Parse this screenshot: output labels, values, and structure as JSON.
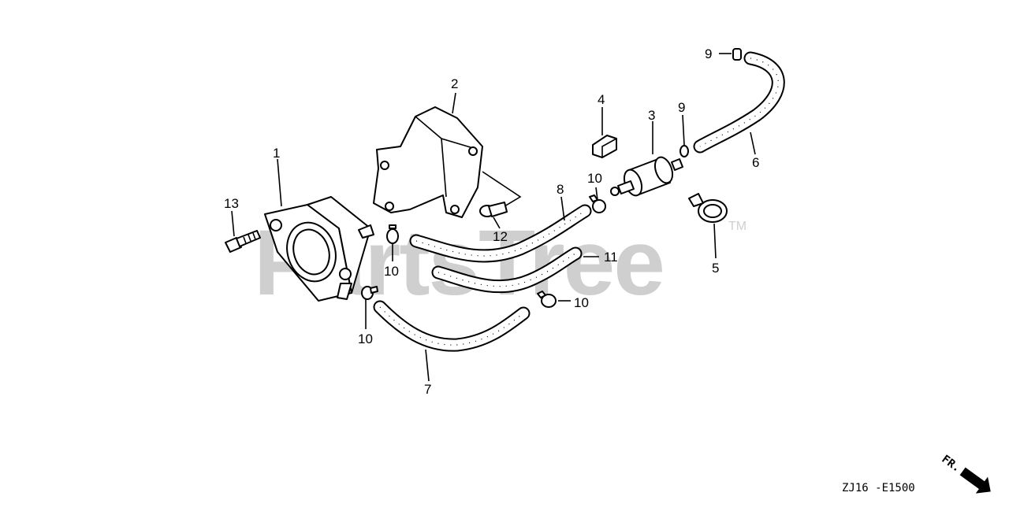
{
  "watermark": {
    "text": "PartsTree",
    "tm": "TM"
  },
  "diagram_code": "ZJ16 -E1500",
  "direction": {
    "label": "FR.",
    "icon": "front-arrow-icon"
  },
  "callouts": [
    {
      "id": "c1",
      "label": "1"
    },
    {
      "id": "c2",
      "label": "2"
    },
    {
      "id": "c3",
      "label": "3"
    },
    {
      "id": "c4",
      "label": "4"
    },
    {
      "id": "c5",
      "label": "5"
    },
    {
      "id": "c6",
      "label": "6"
    },
    {
      "id": "c7",
      "label": "7"
    },
    {
      "id": "c8",
      "label": "8"
    },
    {
      "id": "c9a",
      "label": "9"
    },
    {
      "id": "c9b",
      "label": "9"
    },
    {
      "id": "c10a",
      "label": "10"
    },
    {
      "id": "c10b",
      "label": "10"
    },
    {
      "id": "c10c",
      "label": "10"
    },
    {
      "id": "c10d",
      "label": "10"
    },
    {
      "id": "c11",
      "label": "11"
    },
    {
      "id": "c12",
      "label": "12"
    },
    {
      "id": "c13",
      "label": "13"
    }
  ]
}
